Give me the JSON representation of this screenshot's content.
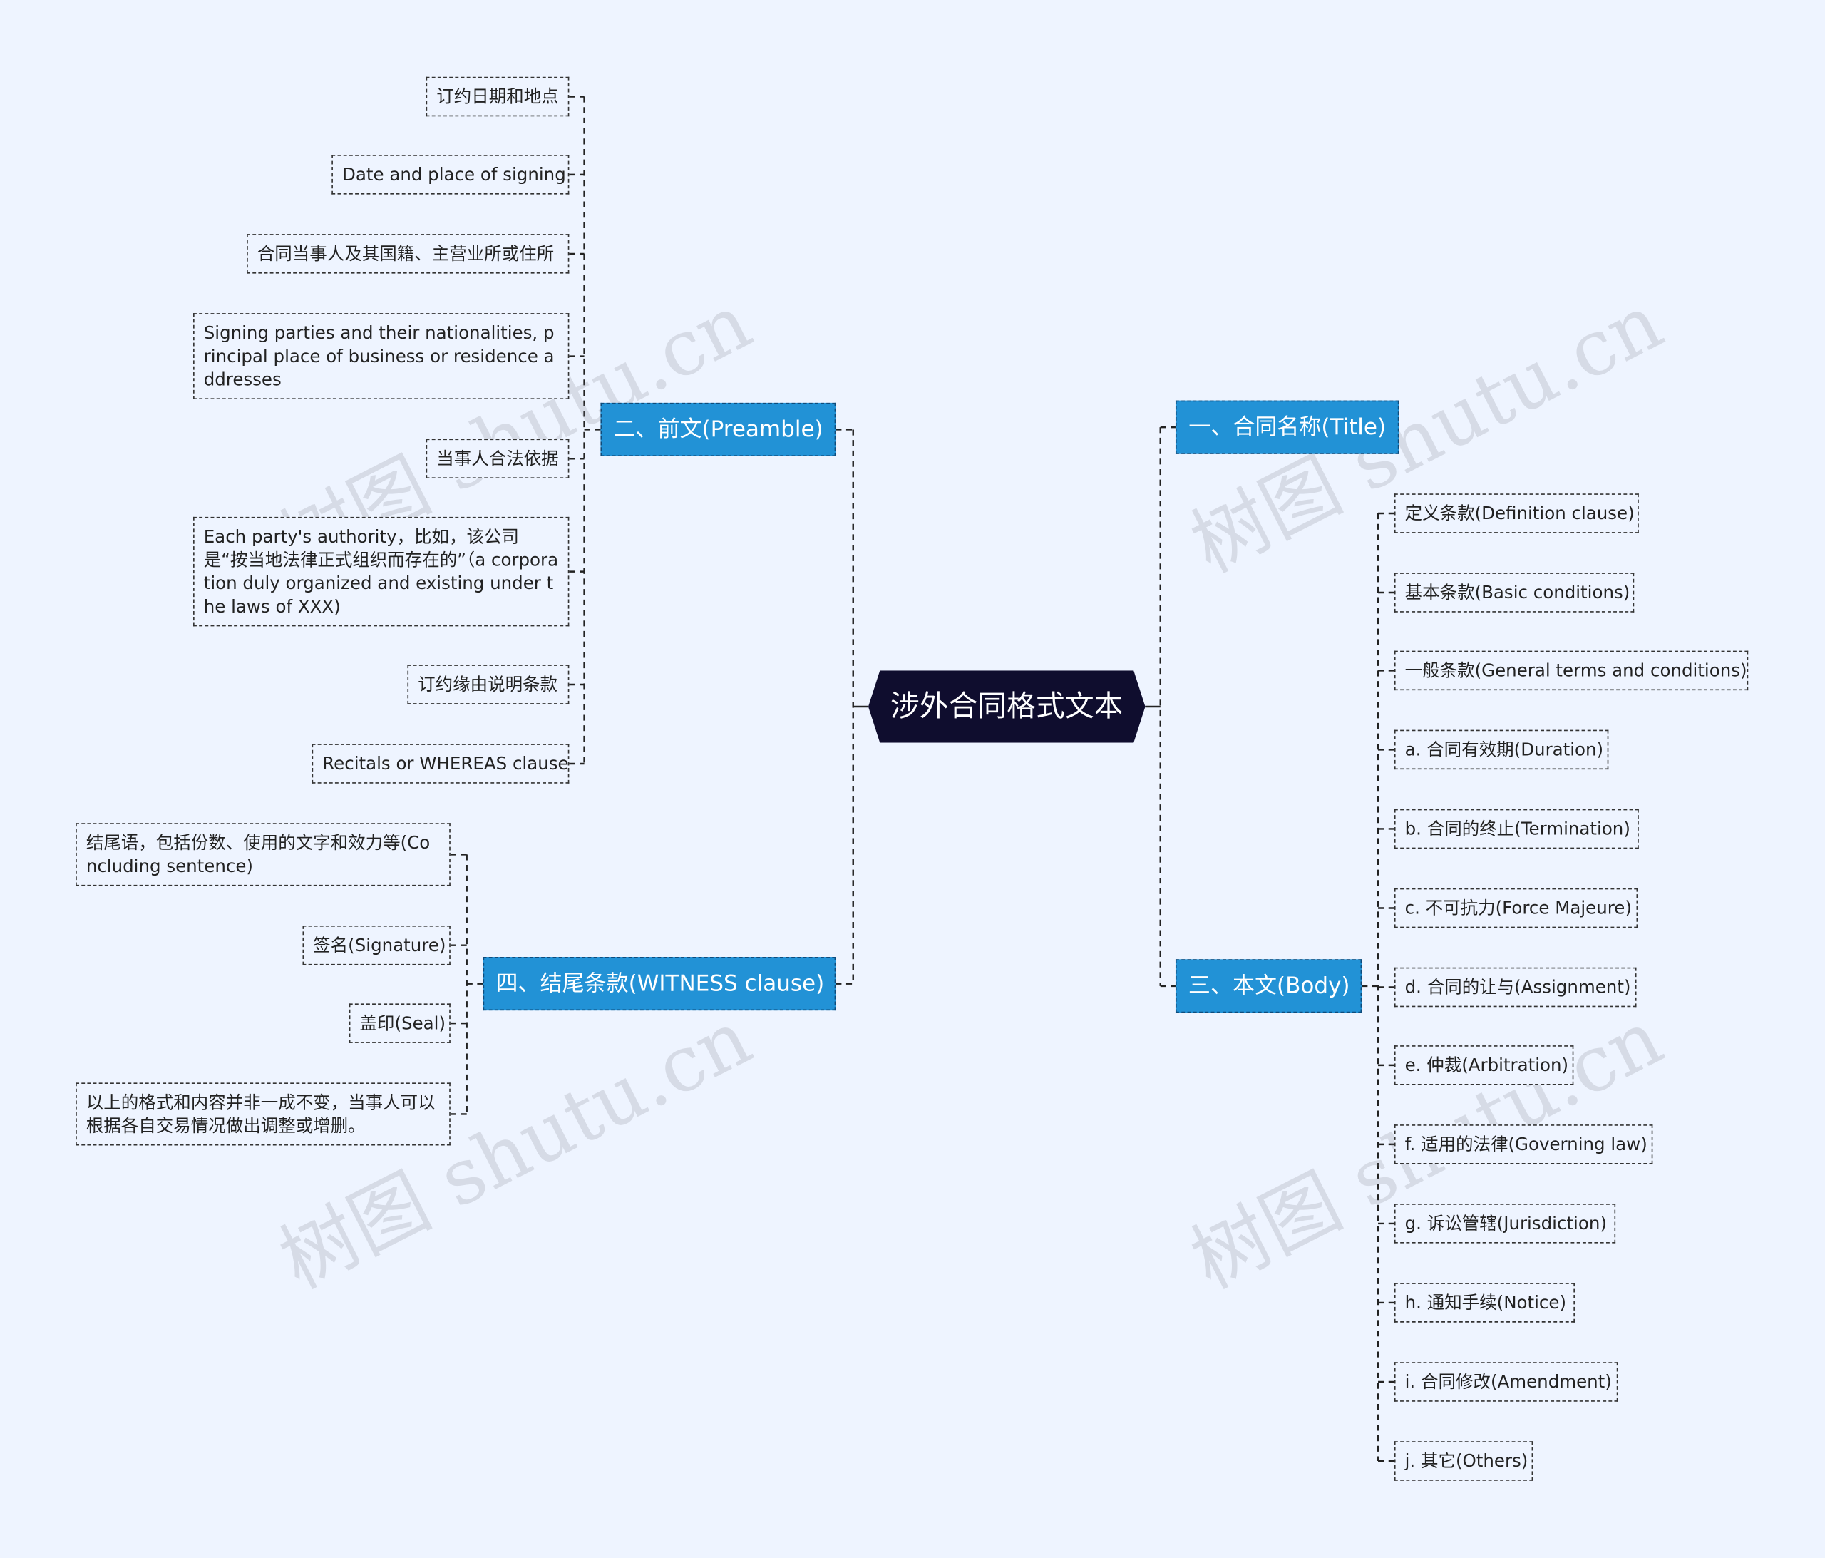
{
  "root": {
    "label": "涉外合同格式文本"
  },
  "branches": {
    "title": {
      "label": "一、合同名称(Title)"
    },
    "preamble": {
      "label": "二、前文(Preamble)"
    },
    "body": {
      "label": "三、本文(Body)"
    },
    "witness": {
      "label": "四、结尾条款(WITNESS clause)"
    }
  },
  "preamble_items": [
    "订约日期和地点",
    "Date and place of signing",
    "合同当事人及其国籍、主营业所或住所",
    "Signing parties and their nationalities, principal place of business or residence addresses",
    "当事人合法依据",
    "Each party's authority，比如，该公司是“按当地法律正式组织而存在的”（a corporation duly organized and existing under the laws of XXX)",
    "订约缘由说明条款",
    "Recitals or WHEREAS clause"
  ],
  "witness_items": [
    "结尾语，包括份数、使用的文字和效力等(Concluding sentence)",
    "签名(Signature)",
    "盖印(Seal)",
    "以上的格式和内容并非一成不变，当事人可以根据各自交易情况做出调整或增删。"
  ],
  "body_items": [
    "定义条款(Definition clause)",
    "基本条款(Basic conditions)",
    "一般条款(General terms and conditions)",
    "a. 合同有效期(Duration)",
    "b. 合同的终止(Termination)",
    "c. 不可抗力(Force Majeure)",
    "d. 合同的让与(Assignment)",
    "e. 仲裁(Arbitration)",
    "f. 适用的法律(Governing law)",
    "g. 诉讼管辖(Jurisdiction)",
    "h. 通知手续(Notice)",
    "i. 合同修改(Amendment)",
    "j. 其它(Others)"
  ],
  "watermark": "树图 shutu.cn",
  "colors": {
    "background": "#eef4ff",
    "branch": "#2292d6",
    "root": "#0f0d2e",
    "line": "#222222"
  }
}
